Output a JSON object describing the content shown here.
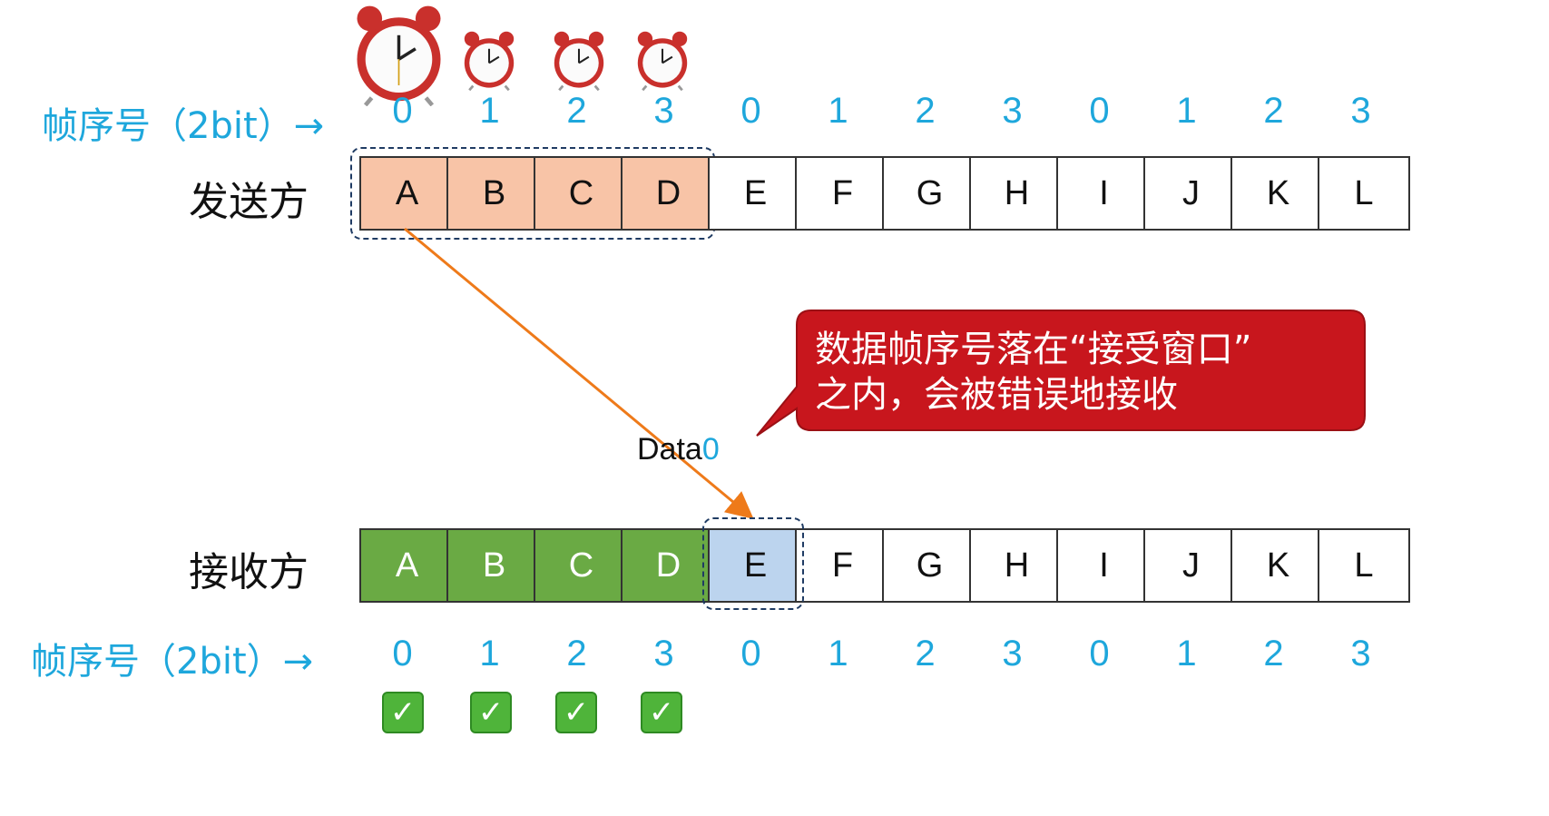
{
  "seq_label": "帧序号（2bit）→",
  "seq_numbers": [
    "0",
    "1",
    "2",
    "3",
    "0",
    "1",
    "2",
    "3",
    "0",
    "1",
    "2",
    "3"
  ],
  "sender": {
    "label": "发送方",
    "frames": [
      "A",
      "B",
      "C",
      "D",
      "E",
      "F",
      "G",
      "H",
      "I",
      "J",
      "K",
      "L"
    ],
    "alarm_clock_icons": 4
  },
  "receiver": {
    "label": "接收方",
    "frames": [
      "A",
      "B",
      "C",
      "D",
      "E",
      "F",
      "G",
      "H",
      "I",
      "J",
      "K",
      "L"
    ],
    "checkmarks": 4
  },
  "transfer": {
    "label_prefix": "Data",
    "label_number": "0"
  },
  "callout": {
    "line1": "数据帧序号落在“接受窗口”",
    "line2": "之内，会被错误地接收"
  },
  "colors": {
    "sent_window": "#f8c4a7",
    "received": "#6aaa44",
    "receive_window": "#bcd4ee",
    "seq_text": "#1ea7dc",
    "callout_bg": "#c8161d",
    "arrow": "#ee7a1a"
  }
}
